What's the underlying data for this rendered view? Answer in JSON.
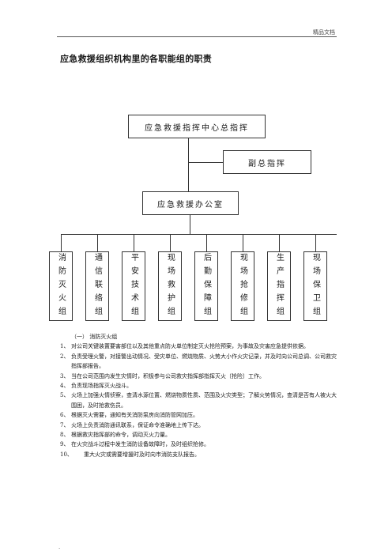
{
  "header": {
    "label": "精品文档"
  },
  "title": "应急救援组织机构里的各职能组的职责",
  "chart": {
    "main_box": "应急救援指挥中心总指挥",
    "deputy_box": "副总指挥",
    "office_box": "应急救援办公室",
    "groups": [
      "消防灭火组",
      "通信联络组",
      "平安技术组",
      "现场救护组",
      "后勤保障组",
      "现场抢修组",
      "生产指挥组",
      "现场保卫组"
    ]
  },
  "section": {
    "heading": "（一）  消防灭火组",
    "items": [
      {
        "num": "1、",
        "text": "对公司关键装置要害部位以及其他重点防火单位制定灭火抢险预案，为事故及灾害应急提供依据。"
      },
      {
        "num": "2、",
        "text": "负责受理火警，对接警出动情况、受灾单位、燃烧物质、火势大小作火灾记录，并及时向公司总调、公司救灾指挥部报告。"
      },
      {
        "num": "3、",
        "text": "当在公司范围内发生灾情时，积极参与公司救灾指挥部指挥灭火〔抢险〕工作。"
      },
      {
        "num": "4、",
        "text": "负责现场指挥灭火战斗。"
      },
      {
        "num": "5、",
        "text": "火场上加强火情侦察，查清水源位置、燃烧物质性质、范围及火灾类型；了解火势情况，查清是否有人被火大围困，及时抢救伤员。"
      },
      {
        "num": "6、",
        "text": "根据灭火需要，通知有关消防泵房向消防管网加压。"
      },
      {
        "num": "7、",
        "text": "火场上负责消防通讯联系，保证命令准确地上传下达。"
      },
      {
        "num": "8、",
        "text": "根据救灾指挥部的命令，调动灭火力量。"
      },
      {
        "num": "9、",
        "text": "在火灾战斗过程中发生消防设备故障时，及时组织抢修。"
      },
      {
        "num": "10、",
        "text": "重大火灾或需要增援时及时向市消防支队报告。"
      }
    ]
  },
  "footer": {
    "mark": "."
  }
}
